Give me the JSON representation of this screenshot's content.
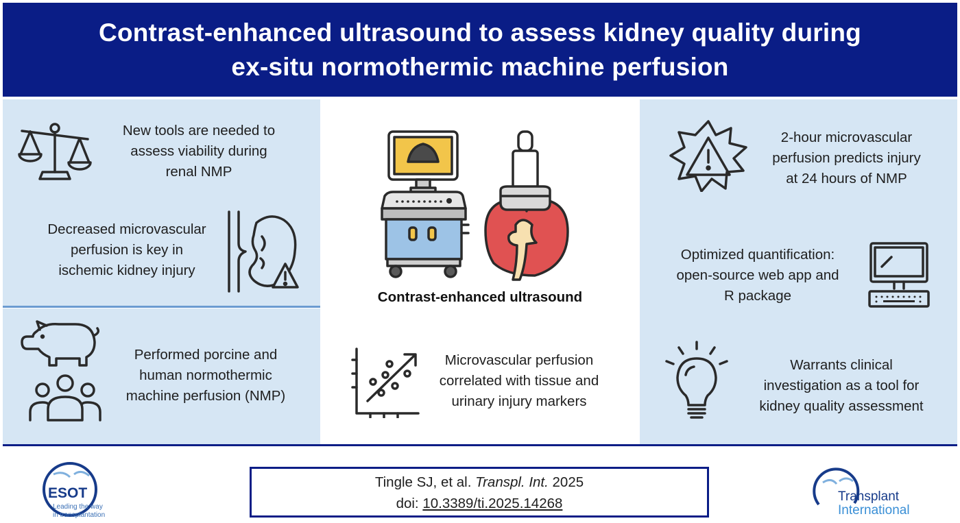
{
  "header": {
    "title_line1": "Contrast-enhanced ultrasound to assess kidney quality during",
    "title_line2": "ex-situ normothermic machine perfusion"
  },
  "left": {
    "item1": [
      "New tools are needed to",
      "assess viability during",
      "renal NMP"
    ],
    "item2": [
      "Decreased microvascular",
      "perfusion is key in",
      "ischemic kidney injury"
    ],
    "item3": [
      "Performed porcine and",
      "human normothermic",
      "machine perfusion (NMP)"
    ]
  },
  "center": {
    "ceus_label": "Contrast-enhanced ultrasound",
    "corr": [
      "Microvascular perfusion",
      "correlated with tissue and",
      "urinary injury markers"
    ]
  },
  "right": {
    "item1": [
      "2-hour microvascular",
      "perfusion predicts injury",
      "at 24 hours of NMP"
    ],
    "item2": [
      "Optimized quantification:",
      "open-source web app and",
      "R package"
    ],
    "item3": [
      "Warrants clinical",
      "investigation as a tool for",
      "kidney quality assessment"
    ]
  },
  "citation": {
    "authors": "Tingle SJ, et al.",
    "journal": "Transpl. Int.",
    "year": "2025",
    "doi_label": "doi:",
    "doi": "10.3389/ti.2025.14268"
  },
  "logos": {
    "esot_name": "ESOT",
    "esot_tag1": "Leading the way",
    "esot_tag2": "in transplantation",
    "ti_line1": "Transplant",
    "ti_line2": "International"
  },
  "colors": {
    "header": "#0a1d86",
    "panel": "#d6e6f4",
    "accent": "#6b9bd1"
  }
}
